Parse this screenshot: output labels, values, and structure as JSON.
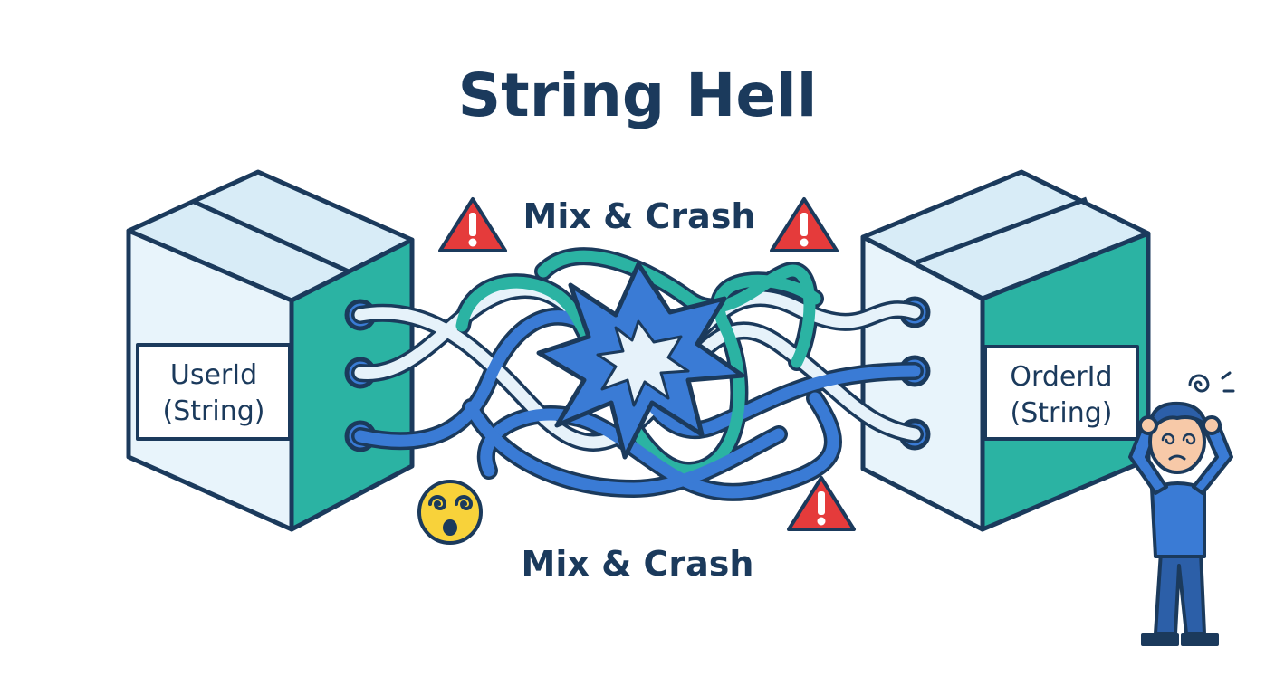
{
  "title": "String Hell",
  "captions": {
    "top": "Mix & Crash",
    "bottom": "Mix & Crash"
  },
  "left_box": {
    "line1": "UserId",
    "line2": "(String)"
  },
  "right_box": {
    "line1": "OrderId",
    "line2": "(String)"
  },
  "colors": {
    "outline": "#1b3a5c",
    "box_face": "#e8f4fb",
    "box_side": "#2bb3a3",
    "strand_blue": "#3a7bd5",
    "strand_teal": "#2bb3a3",
    "strand_pale": "#e6f2fa",
    "warning": "#e53b3b",
    "dizzy_face": "#f8d23a"
  },
  "icons": [
    "warning-icon",
    "explosion-icon",
    "dizzy-face-icon",
    "confused-person-icon"
  ]
}
